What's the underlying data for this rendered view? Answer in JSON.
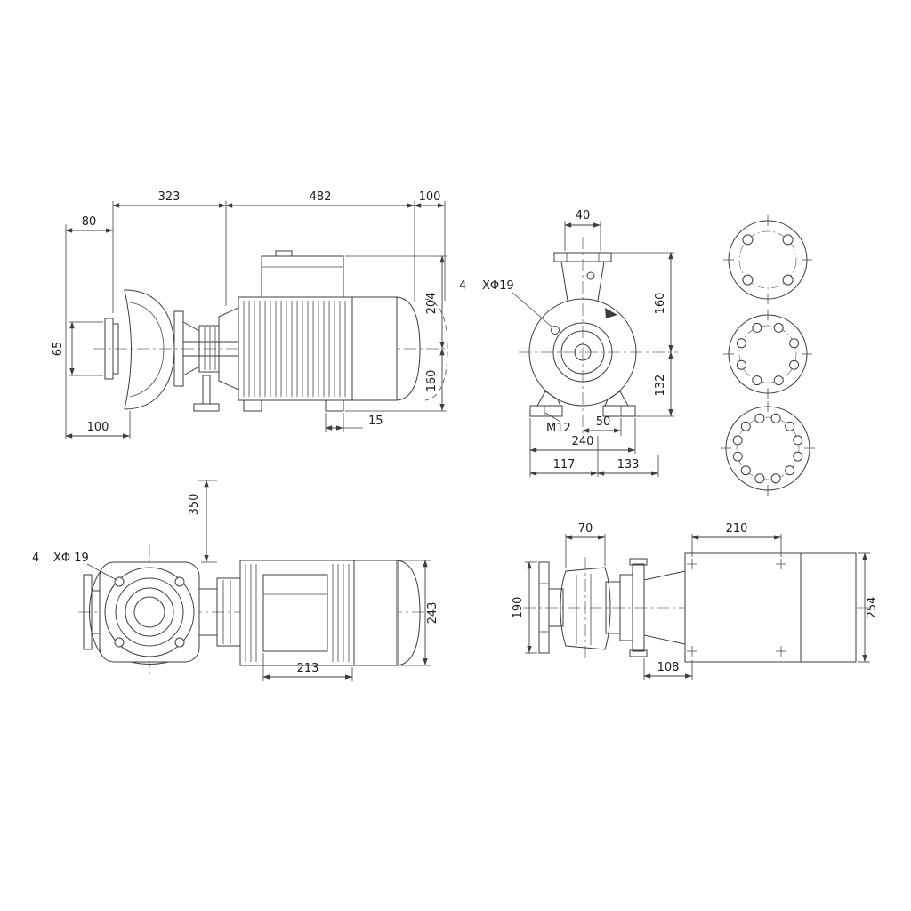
{
  "views": {
    "side": {
      "d323": "323",
      "d482": "482",
      "d100_top": "100",
      "d80": "80",
      "d65": "65",
      "d100_bottom": "100",
      "d204": "204",
      "d160": "160",
      "d15": "15"
    },
    "front": {
      "d40": "40",
      "hole_count": "4",
      "hole_spec": "XΦ19",
      "d160": "160",
      "d132": "132",
      "m12": "M12",
      "d50": "50",
      "d240": "240",
      "d117": "117",
      "d133": "133"
    },
    "plan": {
      "d350": "350",
      "hole_count": "4",
      "hole_spec": "XΦ 19",
      "d243": "243",
      "d213": "213"
    },
    "bottom": {
      "d70": "70",
      "d210": "210",
      "d190": "190",
      "d254": "254",
      "d108": "108"
    }
  }
}
